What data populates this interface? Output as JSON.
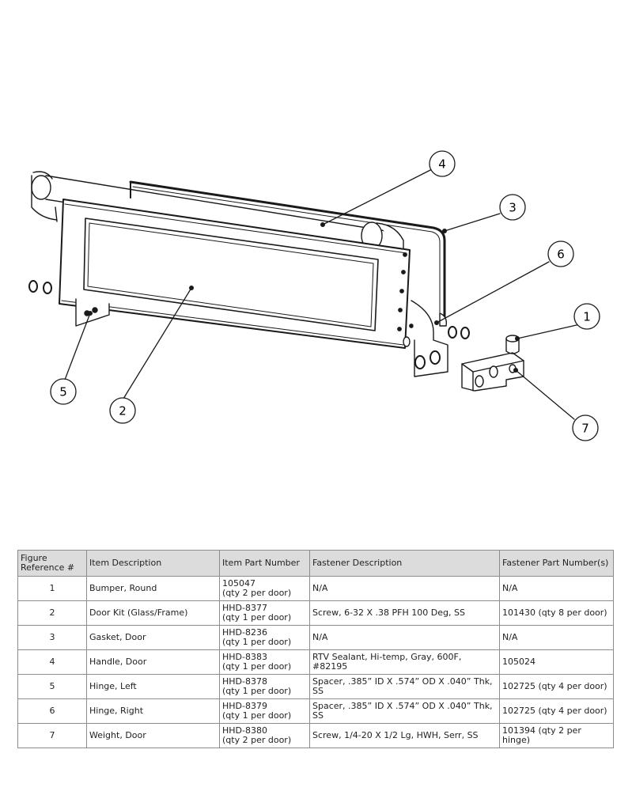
{
  "callouts": [
    "1",
    "2",
    "3",
    "4",
    "5",
    "6",
    "7"
  ],
  "table": {
    "headers": {
      "ref": [
        "Figure",
        "Reference #"
      ],
      "item": "Item Description",
      "part": "Item Part Number",
      "fastener": "Fastener Description",
      "fastener_part": "Fastener Part Number(s)"
    },
    "rows": [
      {
        "ref": "1",
        "item": "Bumper, Round",
        "part": "105047",
        "qty": "(qty 2 per door)",
        "fastener": "N/A",
        "fastener_part": "N/A"
      },
      {
        "ref": "2",
        "item": "Door Kit (Glass/Frame)",
        "part": "HHD-8377",
        "qty": "(qty 1 per door)",
        "fastener": "Screw, 6-32 X .38 PFH 100 Deg, SS",
        "fastener_part": "101430 (qty 8 per door)"
      },
      {
        "ref": "3",
        "item": "Gasket, Door",
        "part": "HHD-8236",
        "qty": "(qty 1 per door)",
        "fastener": "N/A",
        "fastener_part": "N/A"
      },
      {
        "ref": "4",
        "item": "Handle, Door",
        "part": "HHD-8383",
        "qty": "(qty 1 per door)",
        "fastener": "RTV Sealant, Hi-temp, Gray, 600F, #82195",
        "fastener_part": "105024"
      },
      {
        "ref": "5",
        "item": "Hinge, Left",
        "part": "HHD-8378",
        "qty": "(qty 1 per door)",
        "fastener": "Spacer, .385” ID X .574” OD X .040” Thk, SS",
        "fastener_part": "102725 (qty 4 per door)"
      },
      {
        "ref": "6",
        "item": "Hinge, Right",
        "part": "HHD-8379",
        "qty": "(qty 1 per door)",
        "fastener": "Spacer, .385” ID X .574” OD X .040” Thk, SS",
        "fastener_part": "102725 (qty 4 per door)"
      },
      {
        "ref": "7",
        "item": "Weight, Door",
        "part": "HHD-8380",
        "qty": "(qty 2 per door)",
        "fastener": "Screw, 1/4-20 X 1/2 Lg, HWH, Serr, SS",
        "fastener_part": "101394 (qty 2 per hinge)"
      }
    ]
  }
}
